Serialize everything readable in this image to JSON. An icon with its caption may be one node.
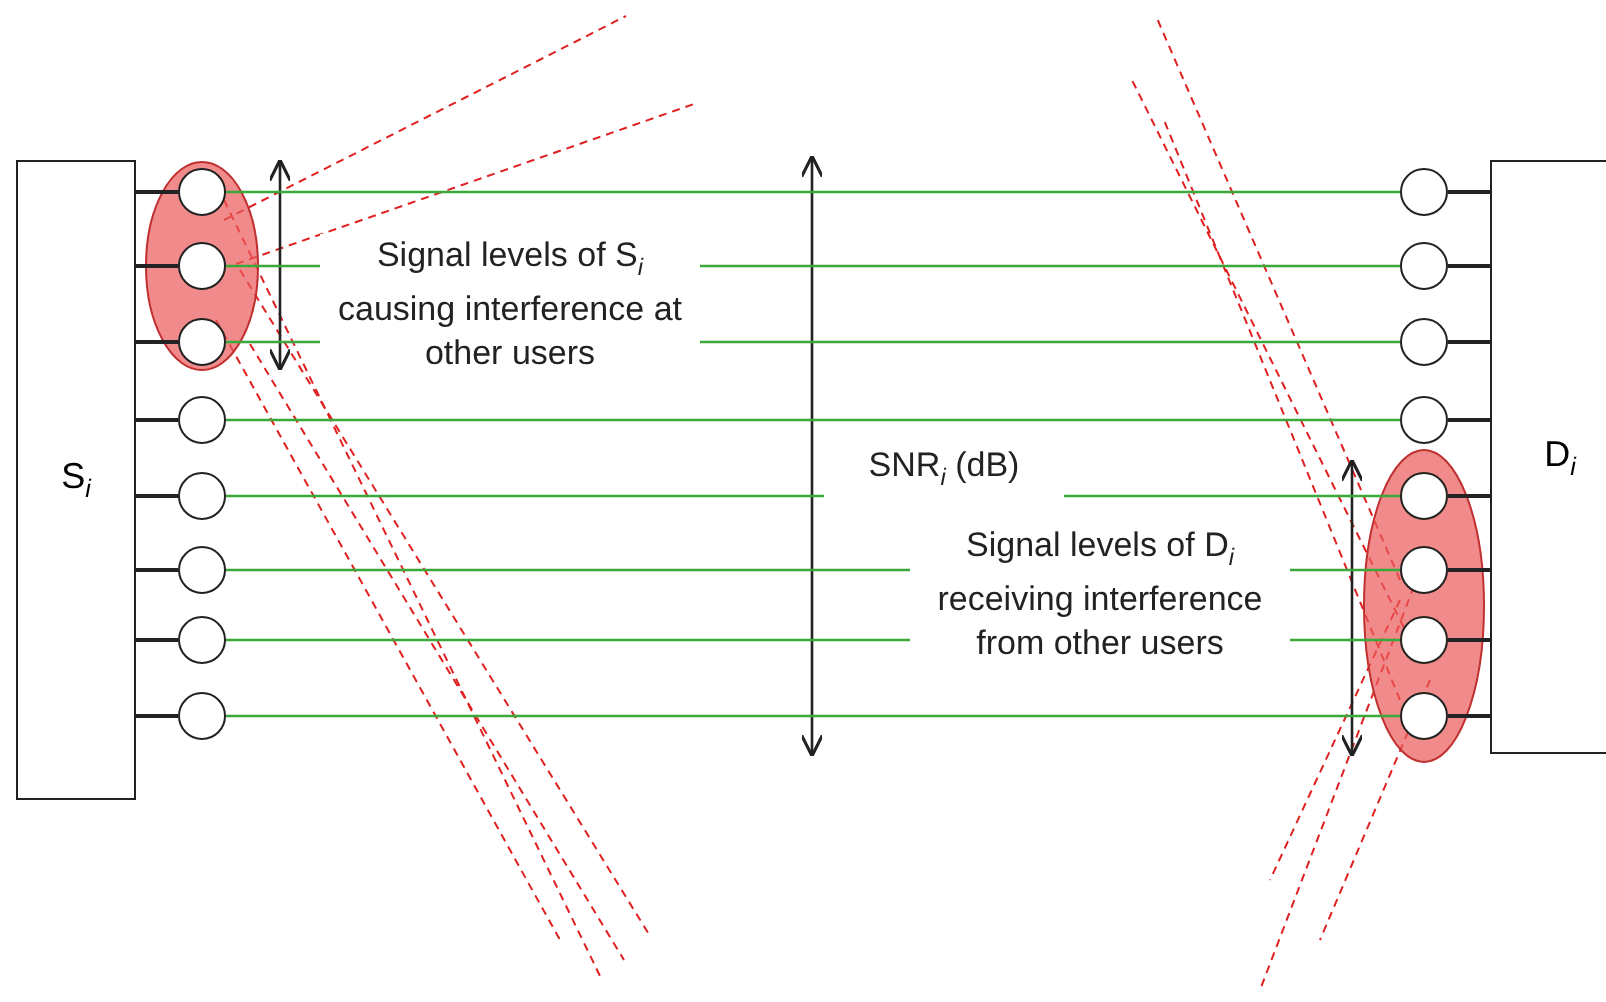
{
  "diagram": {
    "nodes": [
      {
        "text": [
          "S$_{i}$"
        ]
      },
      {
        "text": [
          "D$_{i}$"
        ]
      },
      {
        "text": [],
        "shape": "circle"
      },
      {
        "text": [],
        "shape": "circle"
      },
      {
        "text": [],
        "shape": "circle"
      },
      {
        "text": [],
        "shape": "circle"
      },
      {
        "text": [],
        "shape": "circle"
      },
      {
        "text": [],
        "shape": "circle"
      },
      {
        "text": [],
        "shape": "circle"
      },
      {
        "text": [],
        "shape": "circle"
      },
      {
        "text": [],
        "shape": "circle"
      },
      {
        "text": [],
        "shape": "circle"
      },
      {
        "text": [],
        "shape": "circle"
      },
      {
        "text": [],
        "shape": "circle"
      },
      {
        "text": [],
        "shape": "circle"
      },
      {
        "text": [],
        "shape": "circle"
      },
      {
        "text": [],
        "shape": "circle"
      },
      {
        "text": [],
        "shape": "circle"
      }
    ],
    "edges": [
      {
        "from": 2,
        "to": 10,
        "arrow": "none",
        "color": "#3aa83a"
      },
      {
        "from": 3,
        "to": 11,
        "arrow": "none",
        "color": "#3aa83a"
      },
      {
        "from": 4,
        "to": 12,
        "arrow": "none",
        "color": "#3aa83a"
      },
      {
        "from": 5,
        "to": 13,
        "arrow": "none",
        "color": "#3aa83a"
      },
      {
        "from": 6,
        "to": 14,
        "arrow": "none",
        "color": "#3aa83a"
      },
      {
        "from": 7,
        "to": 15,
        "arrow": "none",
        "color": "#3aa83a"
      },
      {
        "from": 8,
        "to": 16,
        "arrow": "none",
        "color": "#3aa83a"
      },
      {
        "from": 9,
        "to": 17,
        "arrow": "none",
        "color": "#3aa83a"
      },
      {
        "from": 0,
        "to": 2,
        "arrow": "none"
      },
      {
        "from": 0,
        "to": 3,
        "arrow": "none"
      },
      {
        "from": 0,
        "to": 4,
        "arrow": "none"
      },
      {
        "from": 0,
        "to": 5,
        "arrow": "none"
      },
      {
        "from": 0,
        "to": 6,
        "arrow": "none"
      },
      {
        "from": 0,
        "to": 7,
        "arrow": "none"
      },
      {
        "from": 0,
        "to": 8,
        "arrow": "none"
      },
      {
        "from": 0,
        "to": 9,
        "arrow": "none"
      },
      {
        "from": 10,
        "to": 1,
        "arrow": "none"
      },
      {
        "from": 11,
        "to": 1,
        "arrow": "none"
      },
      {
        "from": 12,
        "to": 1,
        "arrow": "none"
      },
      {
        "from": 13,
        "to": 1,
        "arrow": "none"
      },
      {
        "from": 14,
        "to": 1,
        "arrow": "none"
      },
      {
        "from": 15,
        "to": 1,
        "arrow": "none"
      },
      {
        "from": 16,
        "to": 1,
        "arrow": "none"
      },
      {
        "from": 17,
        "to": 1,
        "arrow": "none"
      }
    ],
    "labels": [
      "Signal levels of S$_{i}$ causing interference at other users",
      "SNR$_{i}$ (dB)",
      "Signal levels of D$_{i}$ receiving interference from other users"
    ]
  }
}
